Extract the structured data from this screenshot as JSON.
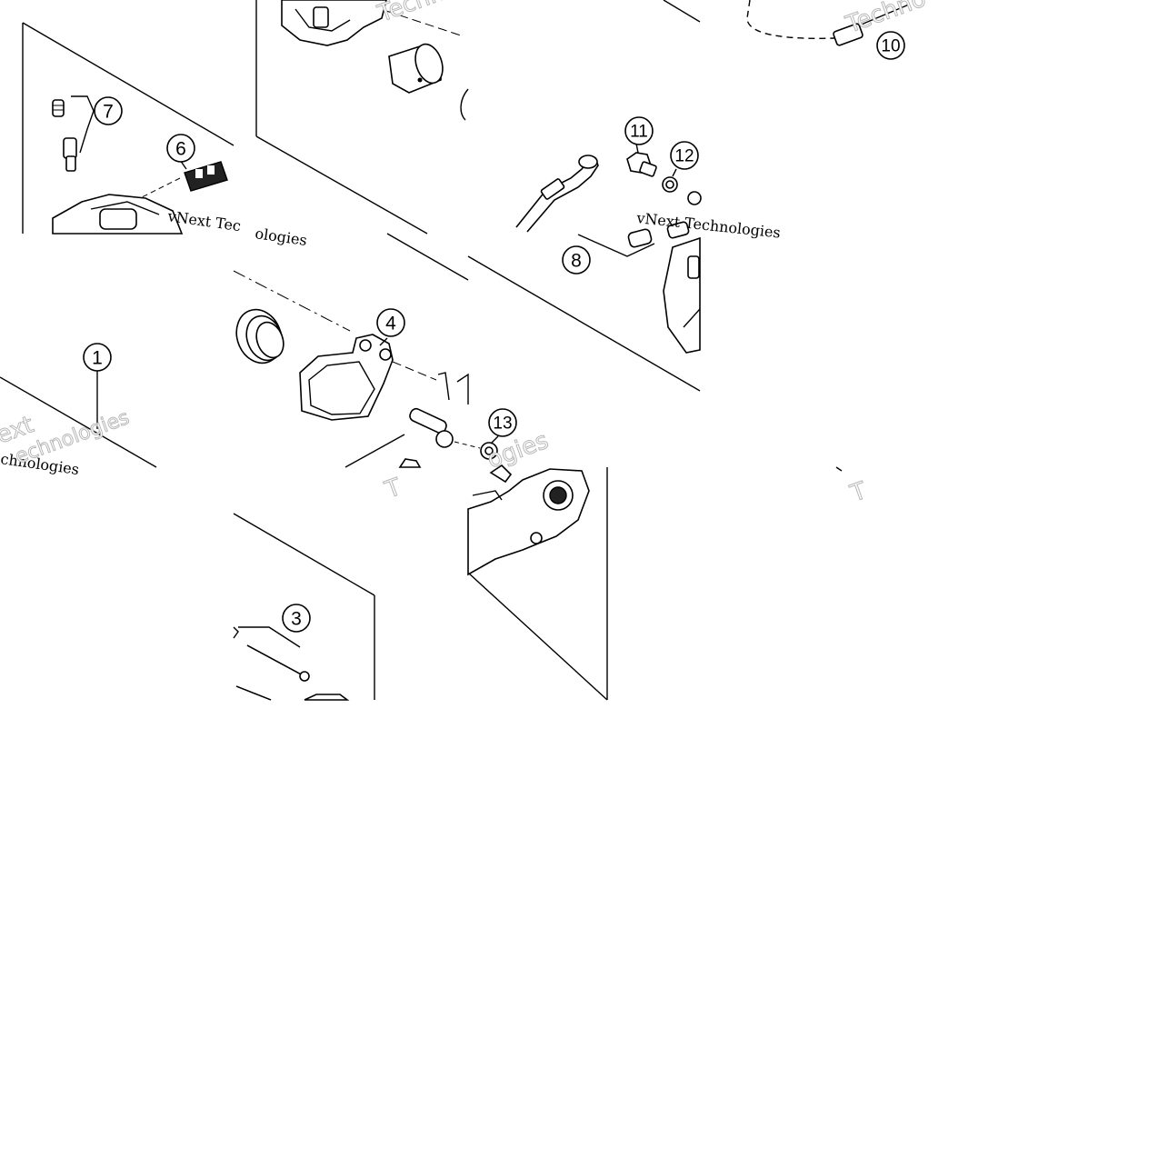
{
  "diagram": {
    "callouts": [
      "1",
      "3",
      "4",
      "6",
      "7",
      "8",
      "10",
      "11",
      "12",
      "13"
    ],
    "watermark_line": "vNext Technologies",
    "watermark_fragments": [
      "vNext Tec",
      "ologies",
      "chnologies",
      "Techno",
      "Techno",
      "ext",
      "echnologies",
      "ogies",
      "T",
      "T"
    ]
  }
}
